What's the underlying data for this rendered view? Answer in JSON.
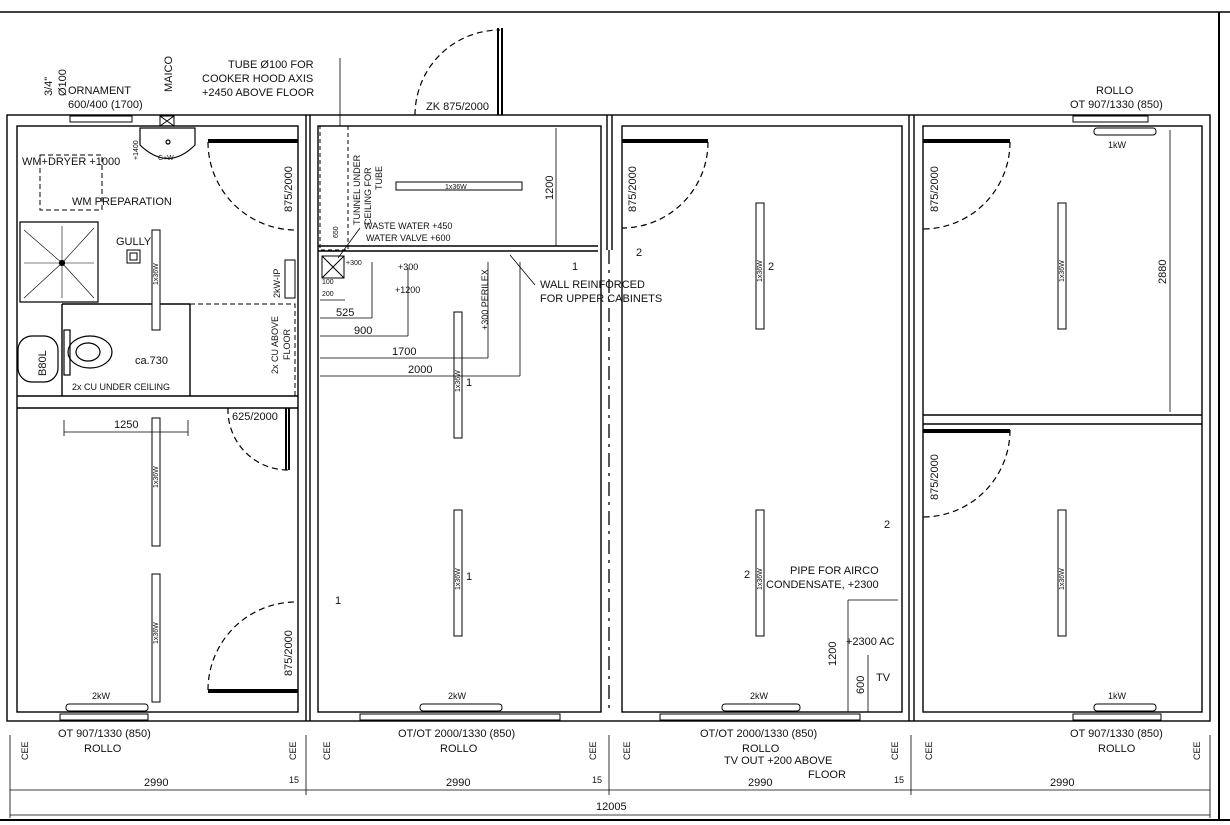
{
  "header": {
    "tube_note": [
      "TUBE Ø100 FOR",
      "COOKER HOOD AXIS",
      "+2450 ABOVE FLOOR"
    ],
    "ornament": [
      "ORNAMENT",
      "600/400 (1700)"
    ],
    "pipe_sizes": [
      "3/4\"",
      "Ø100"
    ],
    "maico": "MAICO",
    "zk_door": "ZK 875/2000",
    "rollo_top": [
      "ROLLO",
      "OT 907/1330 (850)"
    ]
  },
  "room1": {
    "wm_dryer": "WM+DRYER +1000",
    "wm_prep": "WM PREPARATION",
    "gully": "GULLY",
    "sink": "C+W",
    "sink_height": "+1400",
    "door_top": "875/2000",
    "door_bottom": "875/2000",
    "heater_ip": "2kW-IP",
    "cu_above": [
      "2x CU ABOVE",
      "FLOOR"
    ],
    "boiler": "B80L",
    "ca730": "ca.730",
    "cu_ceiling": "2x CU UNDER CEILING",
    "dim_1250": "1250",
    "door_625": "625/2000",
    "heater": "2kW"
  },
  "room2": {
    "tunnel": [
      "TUNNEL UNDER",
      "CEILING FOR",
      "TUBE"
    ],
    "waste": "WASTE WATER +450",
    "valve": "WATER VALVE +600",
    "wall_note": [
      "WALL REINFORCED",
      "FOR UPPER CABINETS"
    ],
    "perilex": "+300 PERILEX",
    "dims": [
      "100",
      "200",
      "525",
      "900",
      "1700",
      "2000"
    ],
    "plus300a": "+300",
    "plus300b": "+300",
    "plus1200": "+1200",
    "dim_1200": "1200",
    "dim_650": "650",
    "heater": "2kW"
  },
  "room3": {
    "door": "875/2000",
    "airco": [
      "PIPE FOR AIRCO",
      "CONDENSATE, +2300"
    ],
    "ac": "+2300 AC",
    "tv": "TV",
    "dim_1200": "1200",
    "dim_600": "600",
    "heater": "2kW"
  },
  "room4": {
    "heater_top": "1kW",
    "door_top": "875/2000",
    "door_bottom": "875/2000",
    "dim_2880": "2880",
    "heater_bottom": "1kW"
  },
  "lamps": {
    "label": "1x36W"
  },
  "circuits": {
    "one": "1",
    "two": "2"
  },
  "bottom": {
    "win1": [
      "OT 907/1330 (850)",
      "ROLLO"
    ],
    "win2": [
      "OT/OT 2000/1330 (850)",
      "ROLLO"
    ],
    "win3": [
      "OT/OT 2000/1330 (850)",
      "ROLLO"
    ],
    "tv_out": [
      "TV OUT +200 ABOVE",
      "FLOOR"
    ],
    "win4": [
      "OT 907/1330 (850)",
      "ROLLO"
    ],
    "cee": "CEE",
    "widths": [
      "2990",
      "2990",
      "2990",
      "2990"
    ],
    "gaps": [
      "15",
      "15",
      "15"
    ],
    "total": "12005"
  }
}
